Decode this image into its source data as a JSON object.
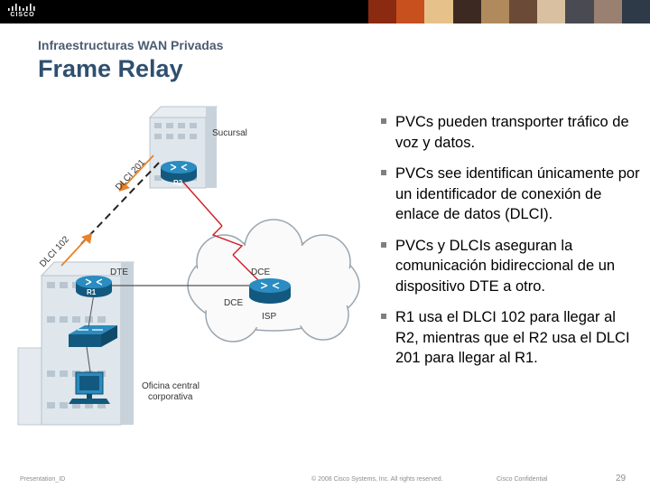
{
  "header": {
    "brand": "CISCO",
    "photo_colors": [
      "#8a2a10",
      "#c8501e",
      "#e6c28a",
      "#3c2a22",
      "#b08a5c",
      "#6b4a38",
      "#d8c0a0",
      "#4a4a52",
      "#9a8070",
      "#2e3a48"
    ]
  },
  "slide": {
    "subtitle": "Infraestructuras WAN Privadas",
    "title": "Frame Relay"
  },
  "bullets": [
    "PVCs pueden transporter tráfico de voz y datos.",
    "PVCs see identifican únicamente por un identificador de conexión de enlace de datos (DLCI).",
    "PVCs y DLCIs aseguran la comunicación bidireccional de un dispositivo DTE a otro.",
    "R1 usa el DLCI 102 para llegar al R2, mientras que el R2 usa el DLCI 201 para llegar al R1."
  ],
  "diagram": {
    "branch_label": "Sucursal",
    "r2_label": "R2",
    "r1_label": "R1",
    "dlci_201": "DLCI 201",
    "dlci_102": "DLCI 102",
    "dte_label": "DTE",
    "dce_top_label": "DCE",
    "dce_left_label": "DCE",
    "isp_label": "ISP",
    "hq_label_line1": "Oficina central",
    "hq_label_line2": "corporativa",
    "accent_orange": "#e8832a",
    "link_red": "#d01c24",
    "router_blue": "#1d7aa8"
  },
  "footer": {
    "presentation_id": "Presentation_ID",
    "copyright": "© 2008 Cisco Systems, Inc. All rights reserved.",
    "confidential": "Cisco Confidential",
    "page_number": "29"
  }
}
